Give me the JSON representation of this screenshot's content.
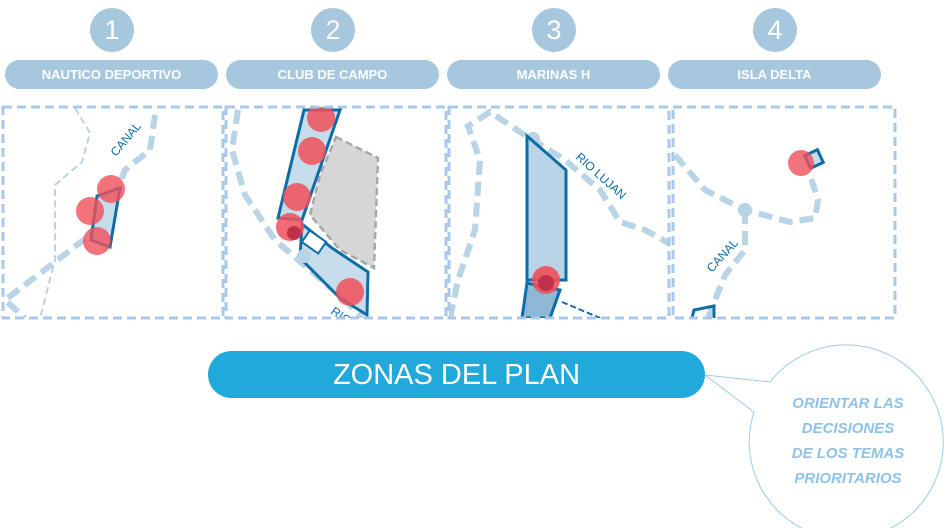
{
  "zones": [
    {
      "number": "1",
      "name": "NAUTICO DEPORTIVO"
    },
    {
      "number": "2",
      "name": "CLUB DE CAMPO"
    },
    {
      "number": "3",
      "name": "MARINAS H"
    },
    {
      "number": "4",
      "name": "ISLA DELTA"
    }
  ],
  "map_labels": {
    "canal_1": "CANAL",
    "rio_2": "RIO",
    "rio_lujan": "RIO LUJAN",
    "canal_4": "CANAL"
  },
  "main_button": "ZONAS DEL PLAN",
  "callout": [
    "ORIENTAR LAS",
    "DECISIONES",
    "DE LOS TEMAS",
    "PRIORITARIOS"
  ],
  "colors": {
    "pill": "#a7c7de",
    "main": "#22a9dc",
    "callout_text": "#8ec3e8",
    "plot_outline": "#0e6ca7",
    "marker": "#f0505a"
  }
}
